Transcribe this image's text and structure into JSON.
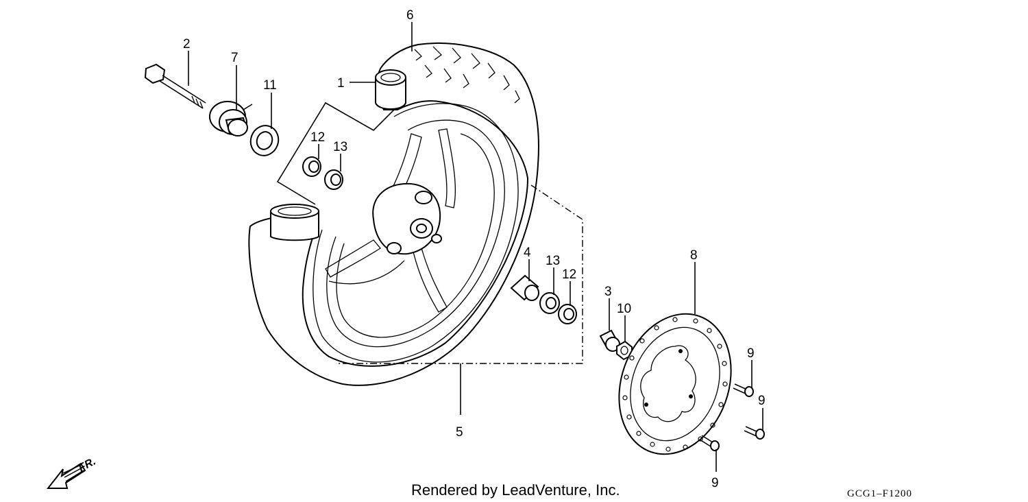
{
  "callouts": {
    "c1": "1",
    "c2": "2",
    "c3": "3",
    "c4": "4",
    "c5": "5",
    "c6": "6",
    "c7": "7",
    "c8": "8",
    "c9a": "9",
    "c9b": "9",
    "c9c": "9",
    "c10": "10",
    "c11": "11",
    "c12a": "12",
    "c12b": "12",
    "c13a": "13",
    "c13b": "13"
  },
  "footer": {
    "credit": "Rendered by LeadVenture, Inc.",
    "diagram_code": "GCG1–F1200"
  },
  "direction": {
    "label": "FR."
  },
  "icons": {
    "front_arrow": "front-direction-arrow-icon"
  }
}
